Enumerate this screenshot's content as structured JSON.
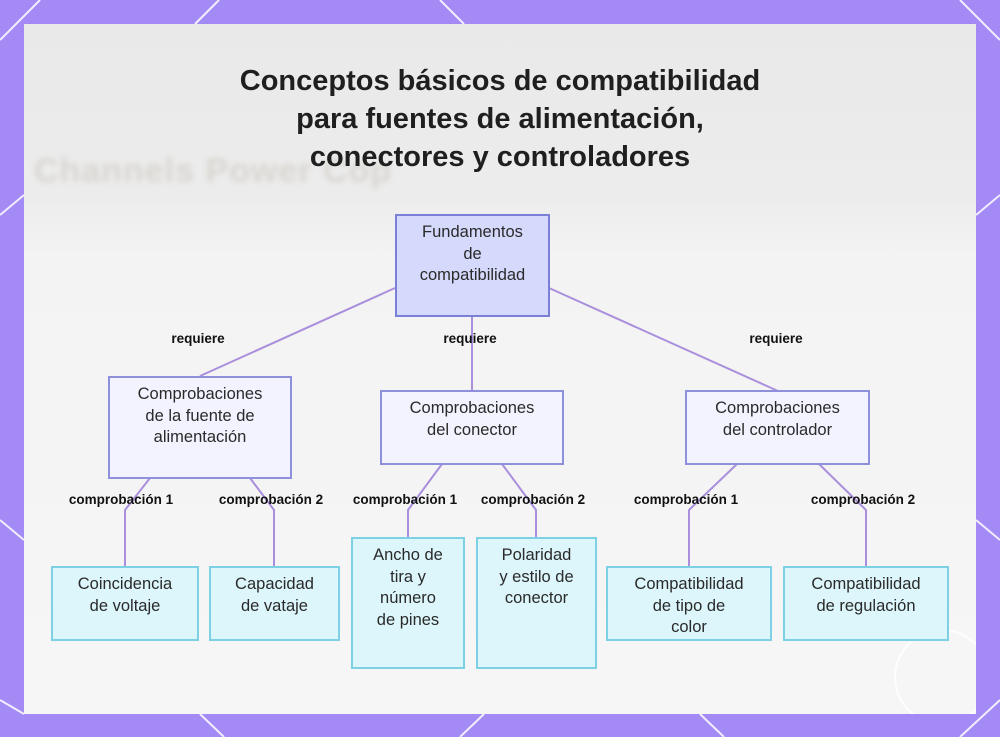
{
  "title": {
    "line1": "Conceptos básicos de compatibilidad",
    "line2": "para fuentes de alimentación,",
    "line3": "conectores y controladores"
  },
  "background_text": "Channels Power Cop",
  "colors": {
    "frame": "#a48af5",
    "root_fill": "#d5d9fb",
    "root_border": "#7c7fd6",
    "mid_fill": "#f2f3fe",
    "mid_border": "#8e90dc",
    "leaf_fill": "#dcf6fb",
    "leaf_border": "#7ed0e4",
    "edge": "#a98fdc"
  },
  "nodes": {
    "root": [
      "Fundamentos",
      "de",
      "compatibilidad"
    ],
    "psu": [
      "Comprobaciones",
      "de la fuente de",
      "alimentación"
    ],
    "connector": [
      "Comprobaciones",
      "del conector"
    ],
    "controller": [
      "Comprobaciones",
      "del controlador"
    ],
    "voltage": [
      "Coincidencia",
      "de voltaje"
    ],
    "wattage": [
      "Capacidad",
      "de vataje"
    ],
    "strip": [
      "Ancho de",
      "tira y",
      "número",
      "de pines"
    ],
    "polarity": [
      "Polaridad",
      "y estilo de",
      "conector"
    ],
    "colortype": [
      "Compatibilidad",
      "de tipo de",
      "color"
    ],
    "regulation": [
      "Compatibilidad",
      "de regulación"
    ]
  },
  "edges": {
    "requires": "requiere",
    "check1": "comprobación 1",
    "check2": "comprobación 2"
  }
}
